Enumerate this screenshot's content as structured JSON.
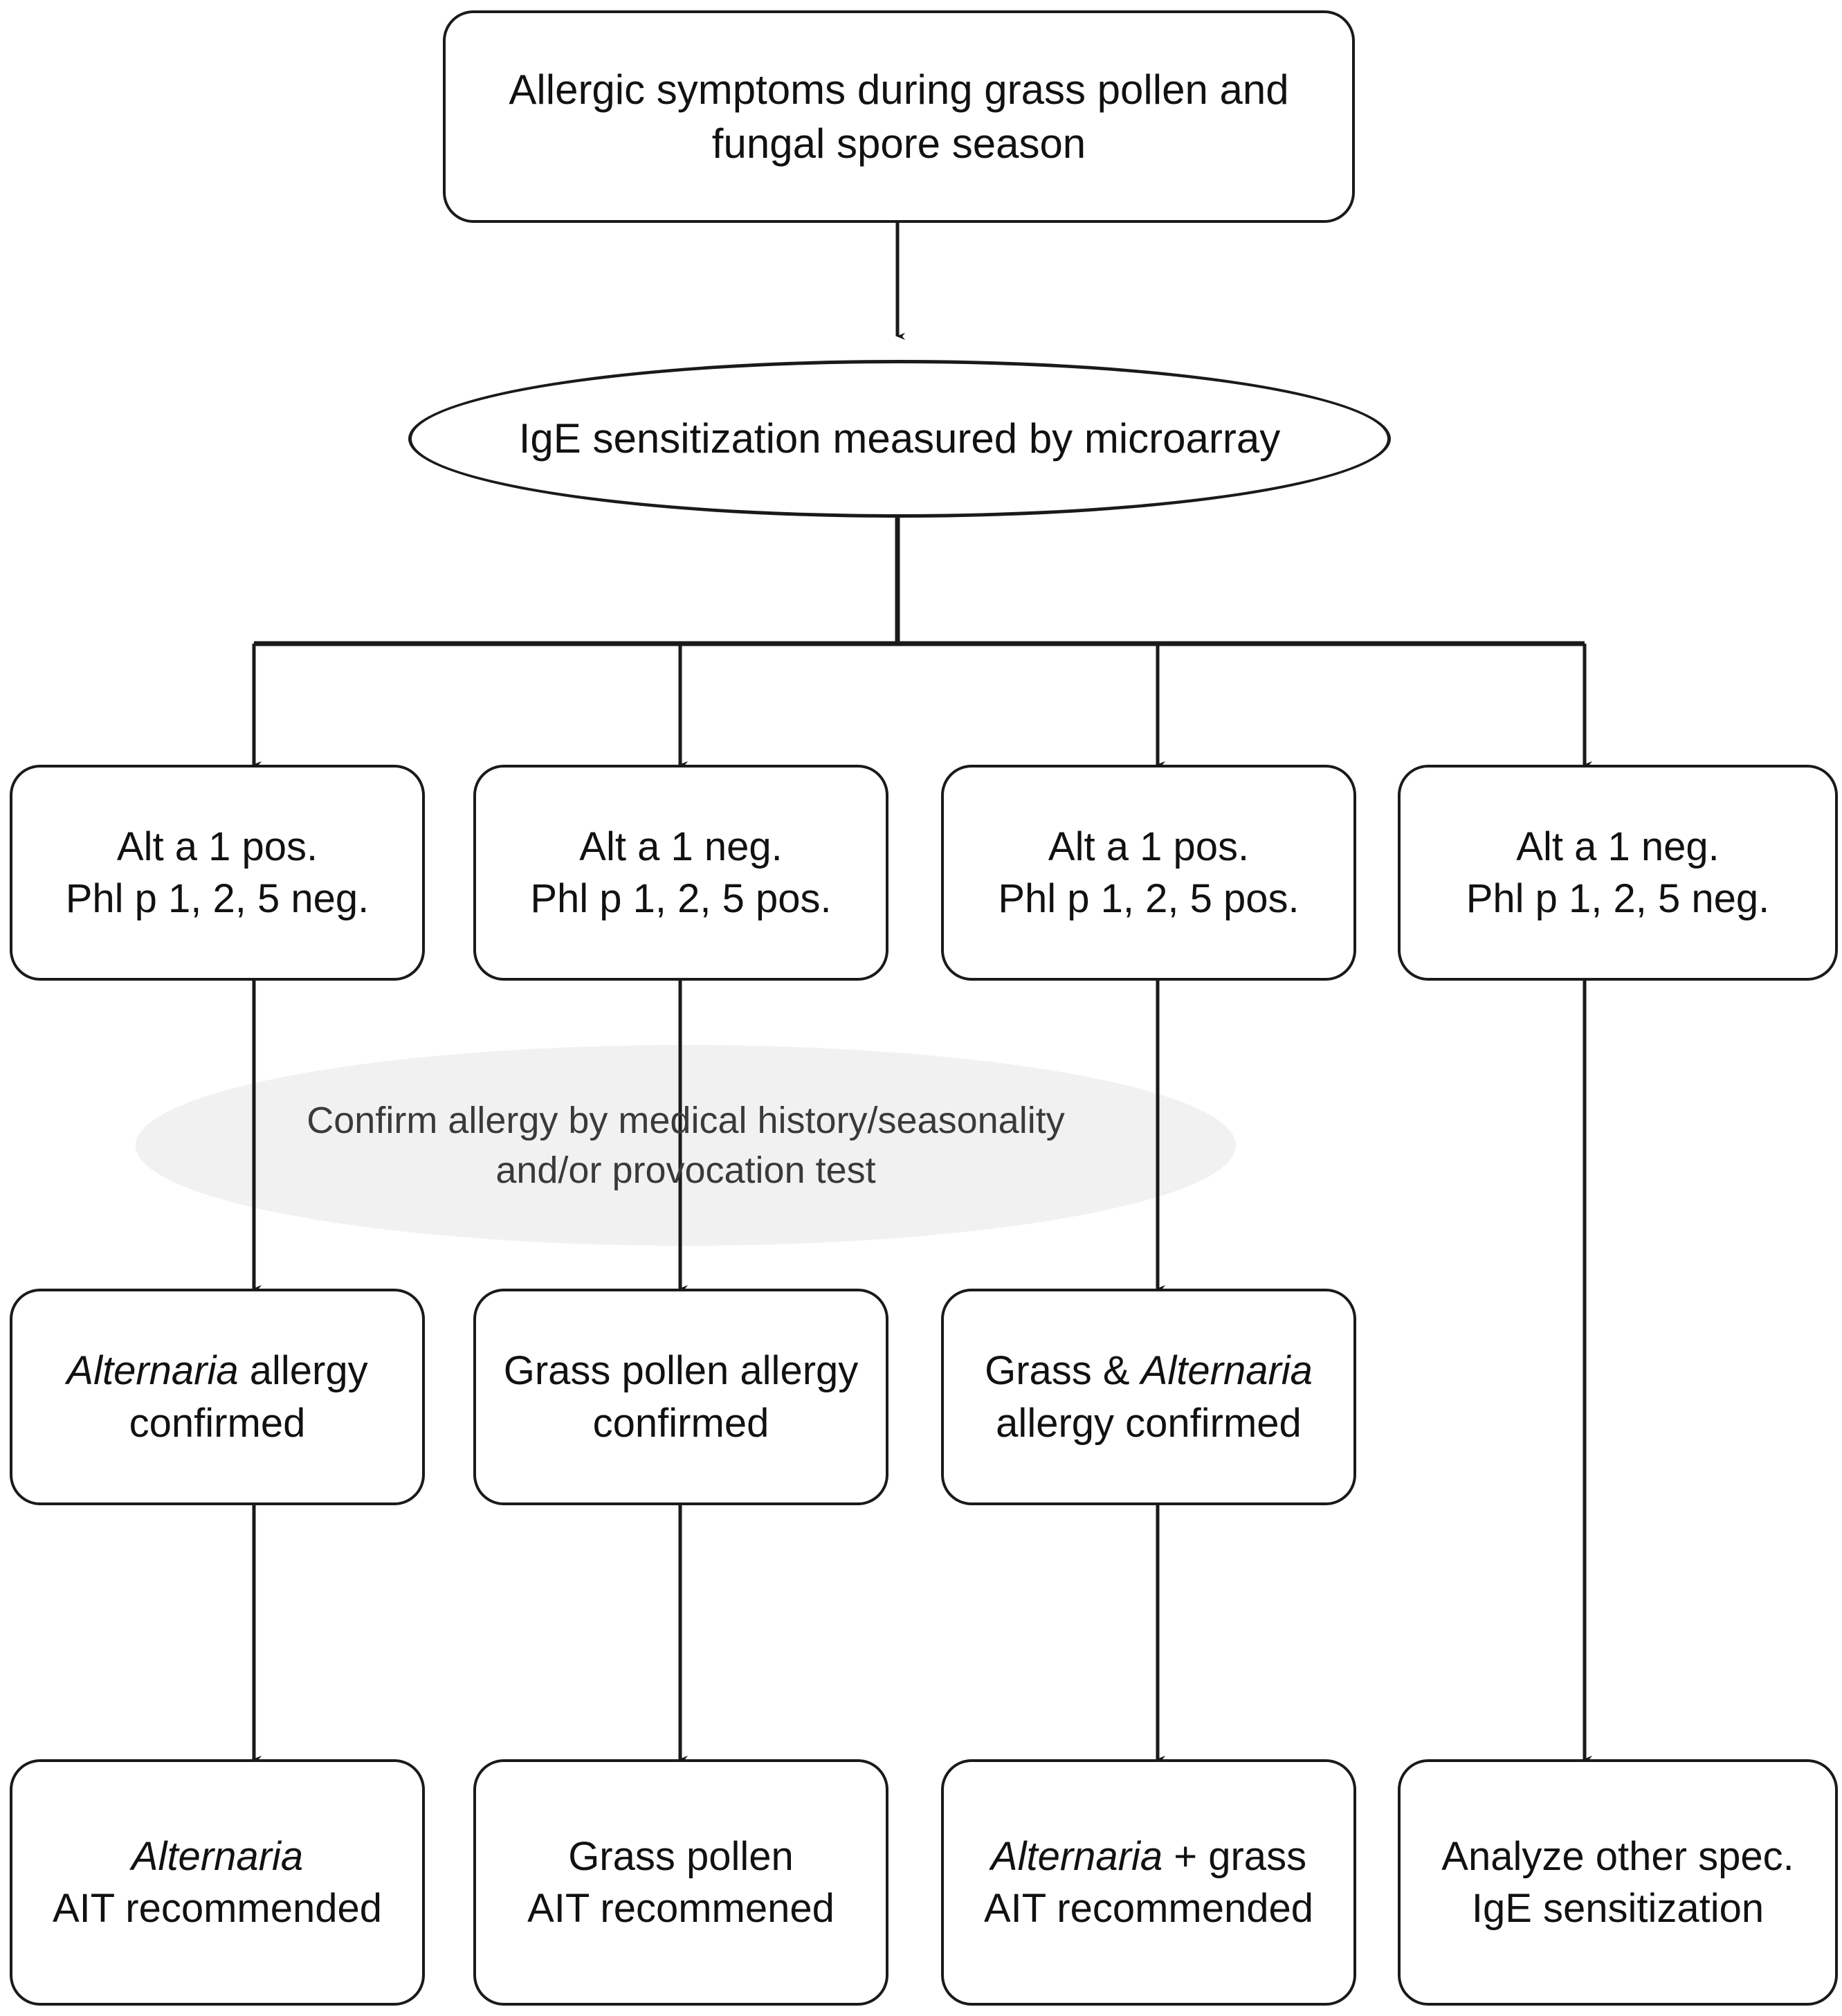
{
  "diagram": {
    "title_node": {
      "id": "allergic-symptoms",
      "text": "Allergic symptoms during grass pollen and\nfungal spore season",
      "shape": "rounded-rect"
    },
    "test_node": {
      "id": "ige-microarray",
      "text": "IgE sensitization measured by microarray",
      "shape": "ellipse"
    },
    "annotation": {
      "id": "confirm-allergy",
      "text": "Confirm allergy by medical history/seasonality\nand/or provocation test",
      "shape": "ellipse-highlight",
      "fill": "#f1f1f1",
      "text_color": "#3a3a3a"
    },
    "result_row": [
      {
        "id": "result-1",
        "line1": "Alt a 1 pos.",
        "line2": "Phl p 1, 2, 5 neg."
      },
      {
        "id": "result-2",
        "line1": "Alt a 1 neg.",
        "line2": "Phl p 1, 2, 5 pos."
      },
      {
        "id": "result-3",
        "line1": "Alt a 1 pos.",
        "line2": "Phl p 1, 2, 5 pos."
      },
      {
        "id": "result-4",
        "line1": "Alt a 1 neg.",
        "line2": "Phl p 1, 2, 5 neg."
      }
    ],
    "diagnosis_row": [
      {
        "id": "diagnosis-1",
        "pre": "",
        "italic": "Alternaria",
        "post": " allergy\nconfirmed"
      },
      {
        "id": "diagnosis-2",
        "pre": "Grass pollen allergy\nconfirmed",
        "italic": "",
        "post": ""
      },
      {
        "id": "diagnosis-3",
        "pre": "Grass & ",
        "italic": "Alternaria",
        "post": "\nallergy confirmed"
      }
    ],
    "recommendation_row": [
      {
        "id": "recommendation-1",
        "pre": "",
        "italic": "Alternaria",
        "post": "\nAIT recommended"
      },
      {
        "id": "recommendation-2",
        "pre": "Grass pollen\nAIT recommened",
        "italic": "",
        "post": ""
      },
      {
        "id": "recommendation-3",
        "pre": "",
        "italic": "Alternaria",
        "post": " + grass\nAIT recommended"
      },
      {
        "id": "recommendation-4",
        "pre": "Analyze other spec.\nIgE sensitization",
        "italic": "",
        "post": ""
      }
    ],
    "colors": {
      "stroke": "#1a1a1a",
      "text": "#111111",
      "background": "#ffffff",
      "annotation_fill": "#f1f1f1"
    }
  }
}
